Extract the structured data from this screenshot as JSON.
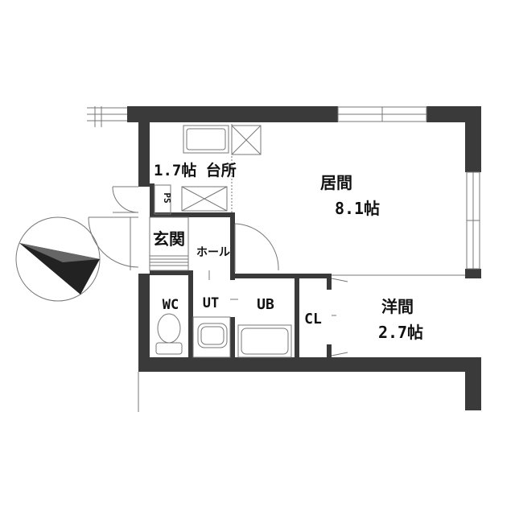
{
  "rooms": {
    "kitchen": "1.7帖 台所",
    "living_name": "居間",
    "living_size": "8.1帖",
    "genkan": "玄関",
    "hall": "ホール",
    "ps": "PS",
    "wc": "WC",
    "ut": "UT",
    "ub": "UB",
    "cl": "CL",
    "western_name": "洋間",
    "western_size": "2.7帖"
  },
  "colors": {
    "wall": "#3a3a3a",
    "line": "#777777",
    "compass": "#222222"
  },
  "icons": [
    "north-compass-icon",
    "toilet-icon",
    "sink-icon",
    "bathtub-icon",
    "kitchen-counter-icon"
  ]
}
